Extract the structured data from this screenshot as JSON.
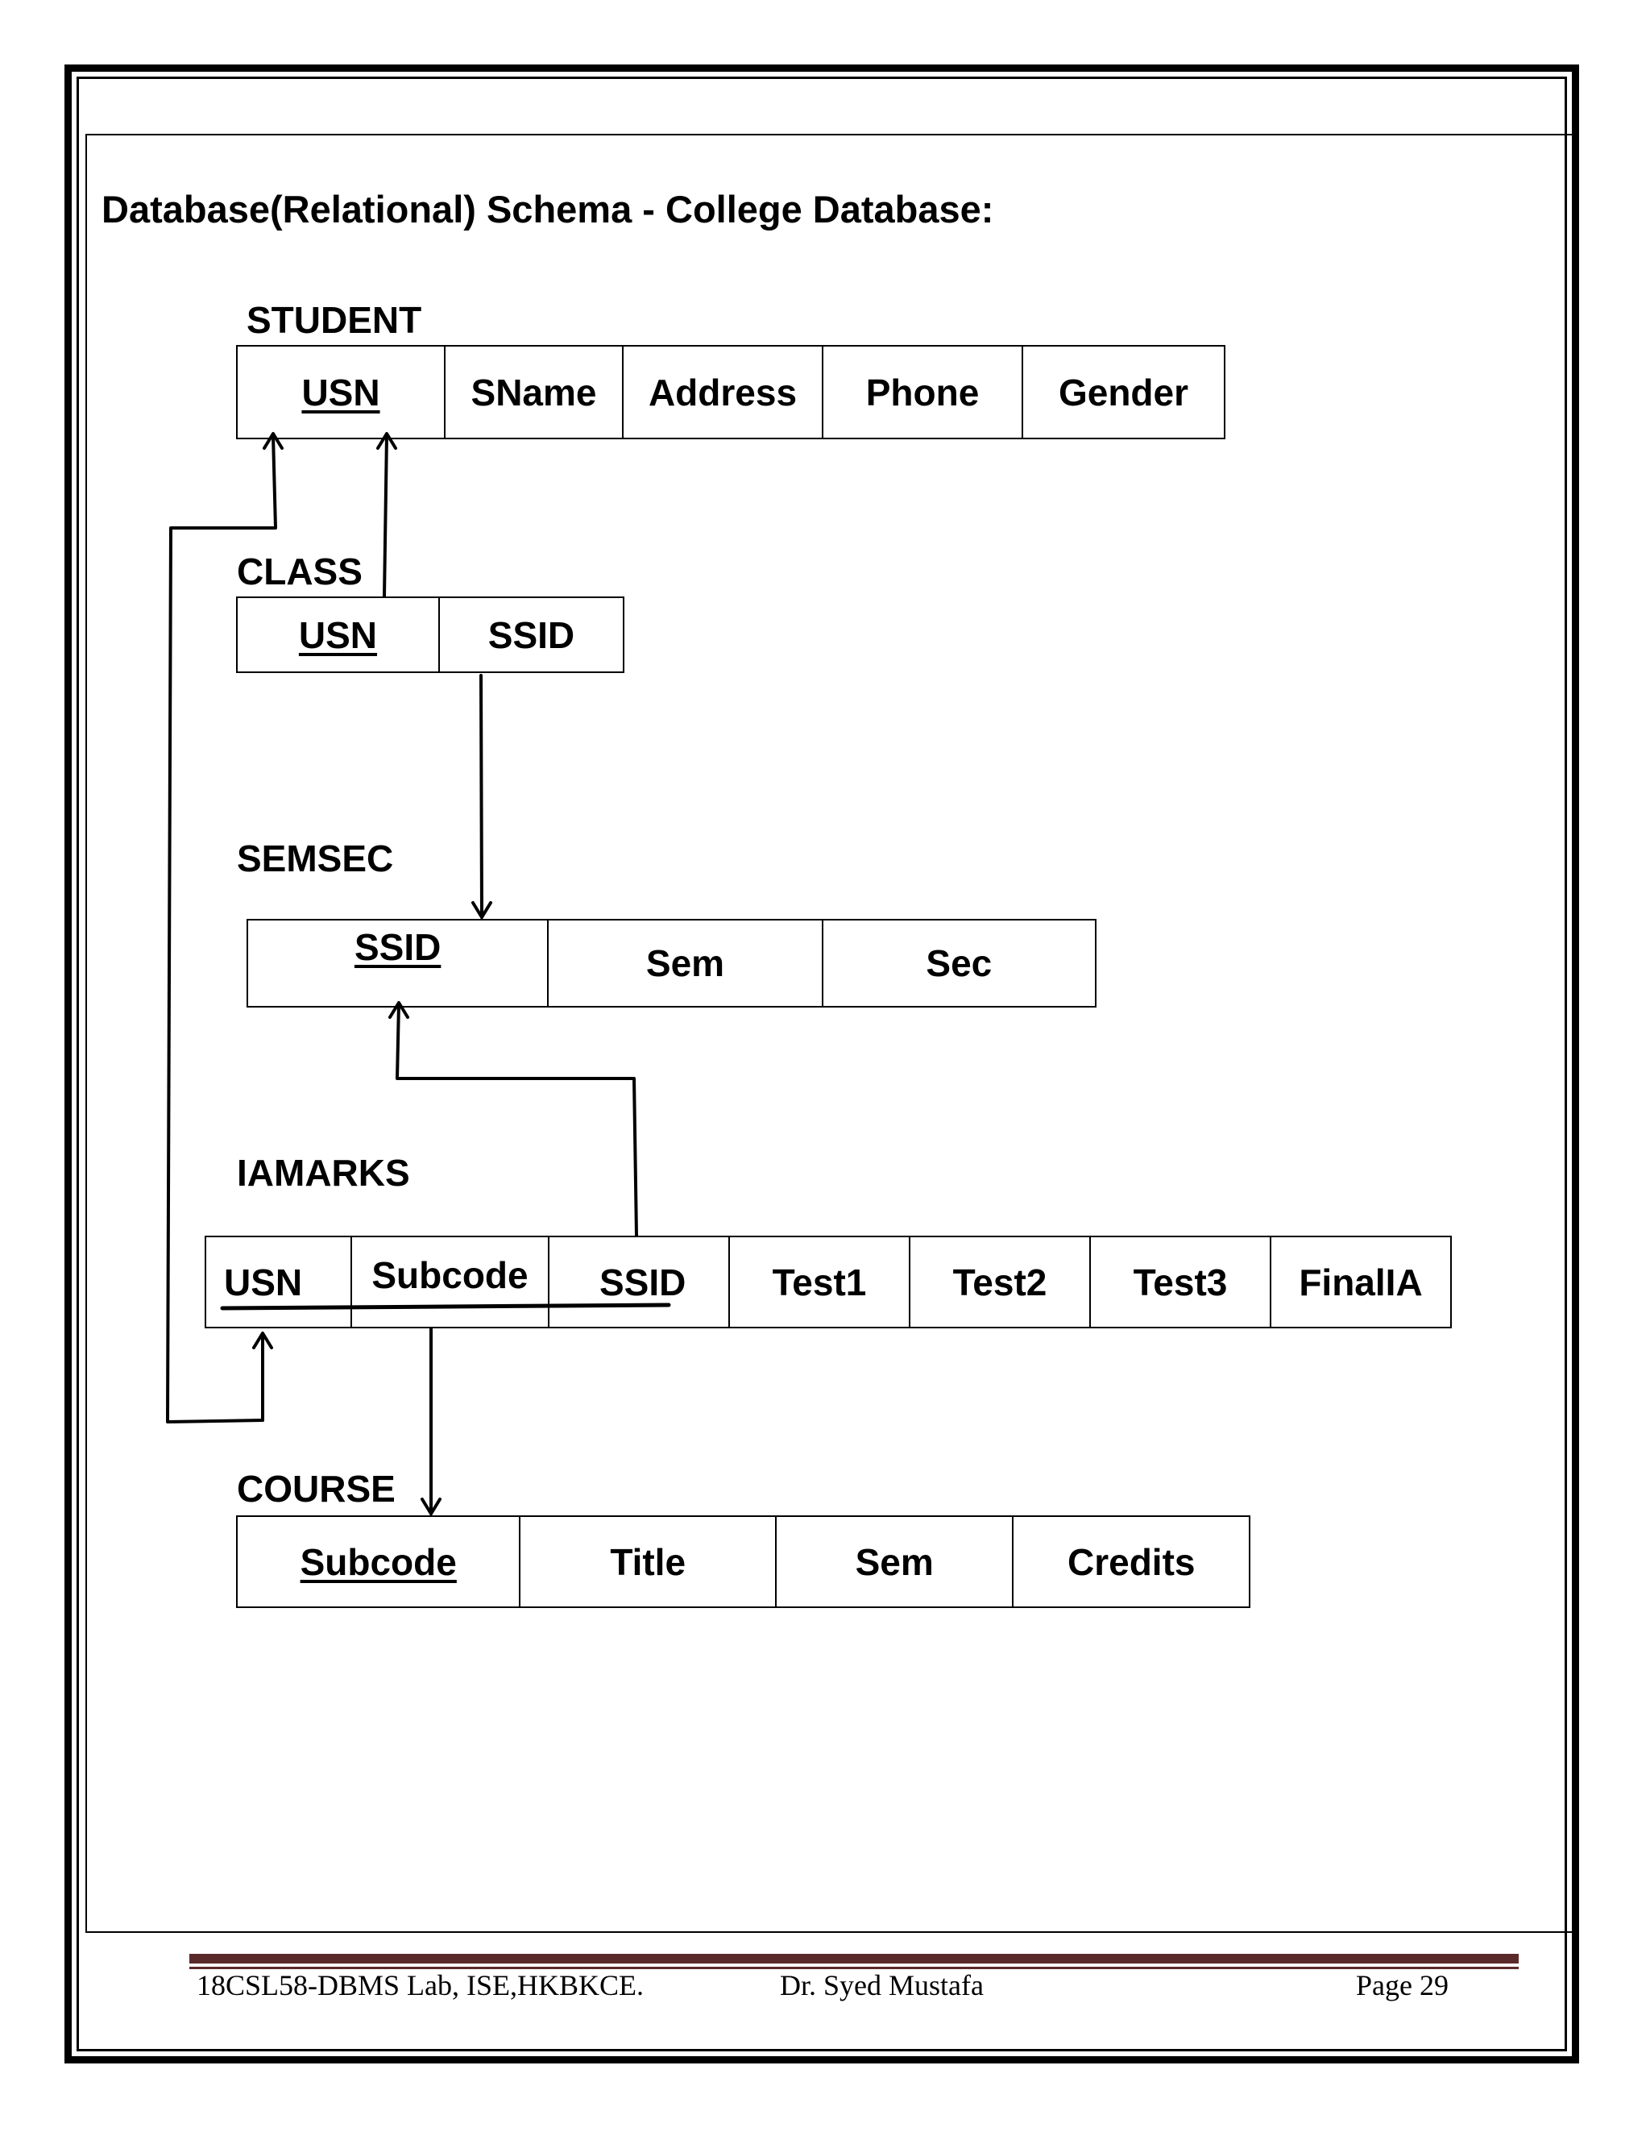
{
  "heading": "Database(Relational) Schema - College Database:",
  "tables": {
    "student": {
      "name": "STUDENT",
      "attributes": [
        "USN",
        "SName",
        "Address",
        "Phone",
        "Gender"
      ]
    },
    "class": {
      "name": "CLASS",
      "attributes": [
        "USN",
        "SSID"
      ]
    },
    "semsec": {
      "name": "SEMSEC",
      "attributes": [
        "SSID",
        "Sem",
        "Sec"
      ]
    },
    "iamarks": {
      "name": "IAMARKS",
      "attributes": [
        "USN",
        "Subcode",
        "SSID",
        "Test1",
        "Test2",
        "Test3",
        "FinalIA"
      ]
    },
    "course": {
      "name": "COURSE",
      "attributes": [
        "Subcode",
        "Title",
        "Sem",
        "Credits"
      ]
    }
  },
  "footer": {
    "left": "18CSL58-DBMS Lab, ISE,HKBKCE.",
    "center": "Dr. Syed Mustafa",
    "right": "Page 29"
  }
}
